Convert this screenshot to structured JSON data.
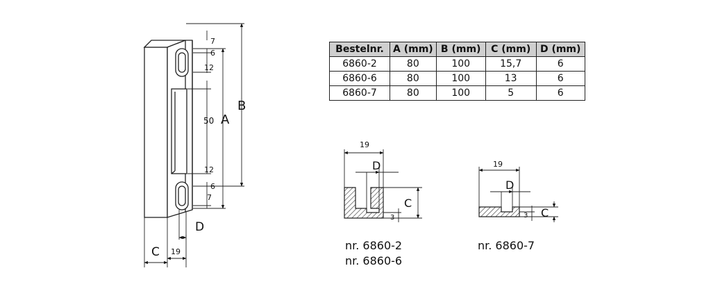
{
  "main_drawing": {
    "dim_7_top": "7",
    "dim_6_top": "6",
    "dim_12_top": "12",
    "dim_50": "50",
    "dim_12_bottom": "12",
    "dim_6_bottom": "6",
    "dim_7_bottom": "7",
    "label_a": "A",
    "label_b": "B",
    "label_c": "C",
    "label_d": "D",
    "dim_19": "19"
  },
  "table": {
    "headers": [
      "Bestelnr.",
      "A (mm)",
      "B (mm)",
      "C (mm)",
      "D (mm)"
    ],
    "rows": [
      [
        "6860-2",
        "80",
        "100",
        "15,7",
        "6"
      ],
      [
        "6860-6",
        "80",
        "100",
        "13",
        "6"
      ],
      [
        "6860-7",
        "80",
        "100",
        "5",
        "6"
      ]
    ]
  },
  "section_left": {
    "dim_19": "19",
    "label_d": "D",
    "label_c": "C",
    "dim_3": "3",
    "captions": [
      "nr. 6860-2",
      "nr. 6860-6"
    ]
  },
  "section_right": {
    "dim_19": "19",
    "label_d": "D",
    "label_c": "C",
    "dim_3": "3",
    "captions": [
      "nr. 6860-7"
    ]
  }
}
